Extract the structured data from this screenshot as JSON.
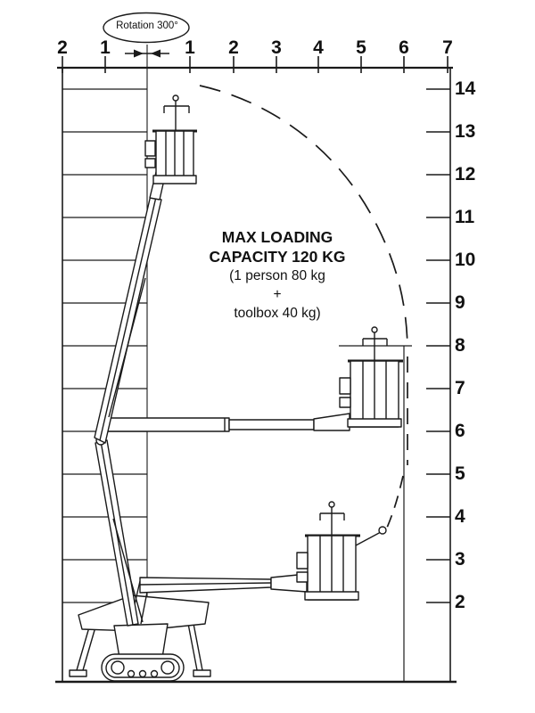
{
  "rotation": {
    "label": "Rotation 300°"
  },
  "capacity": {
    "line1": "MAX LOADING",
    "line2": "CAPACITY 120 KG",
    "line3": "(1 person 80 kg",
    "line4": "+",
    "line5": "toolbox 40 kg)"
  },
  "axes": {
    "top": [
      "2",
      "1",
      "1",
      "2",
      "3",
      "4",
      "5",
      "6",
      "7"
    ],
    "right": [
      "14",
      "13",
      "12",
      "11",
      "10",
      "9",
      "8",
      "7",
      "6",
      "5",
      "4",
      "3",
      "2"
    ]
  },
  "colors": {
    "line": "#1a1a1a",
    "background": "#ffffff"
  }
}
